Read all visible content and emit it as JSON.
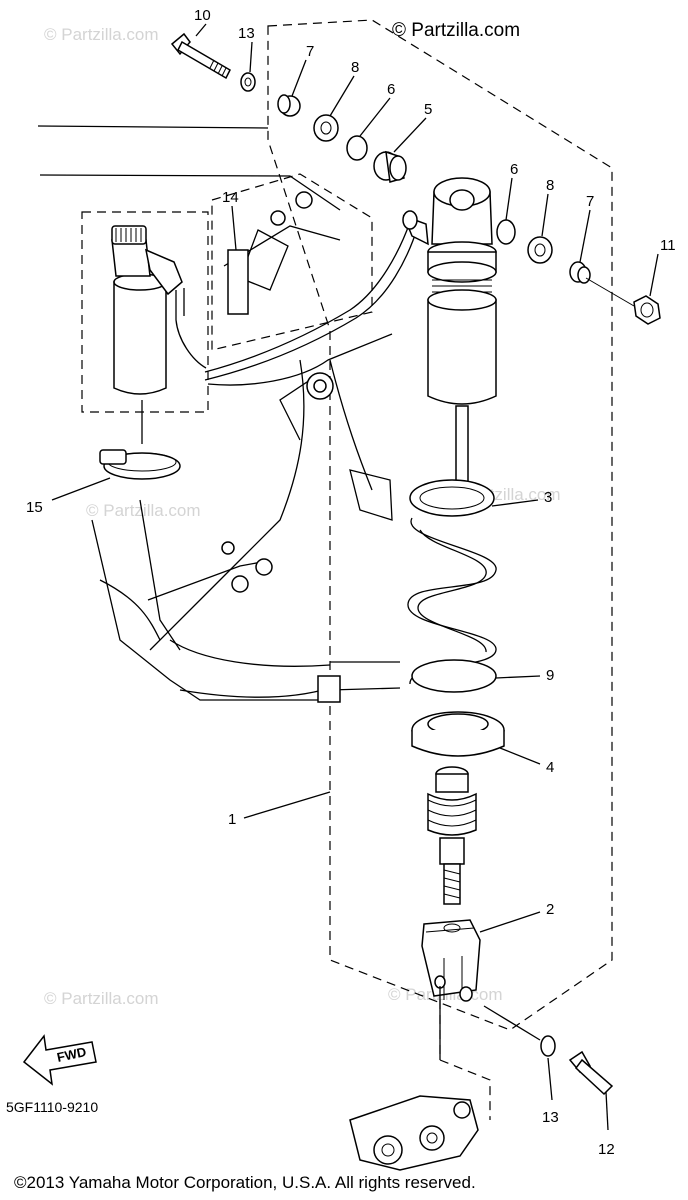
{
  "watermark": {
    "top": "© Partzilla.com",
    "repeat": "© Partzilla.com"
  },
  "callouts": {
    "c1": "1",
    "c2": "2",
    "c3": "3",
    "c4": "4",
    "c5": "5",
    "c6a": "6",
    "c6b": "6",
    "c7a": "7",
    "c7b": "7",
    "c8a": "8",
    "c8b": "8",
    "c9": "9",
    "c10": "10",
    "c11": "11",
    "c12": "12",
    "c13a": "13",
    "c13b": "13",
    "c14": "14",
    "c15": "15"
  },
  "fwd_label": "FWD",
  "diagram_code": "5GF1110-9210",
  "copyright": "©2013 Yamaha Motor Corporation, U.S.A. All rights reserved.",
  "icons": {
    "forward": "fwd-arrow-icon"
  }
}
